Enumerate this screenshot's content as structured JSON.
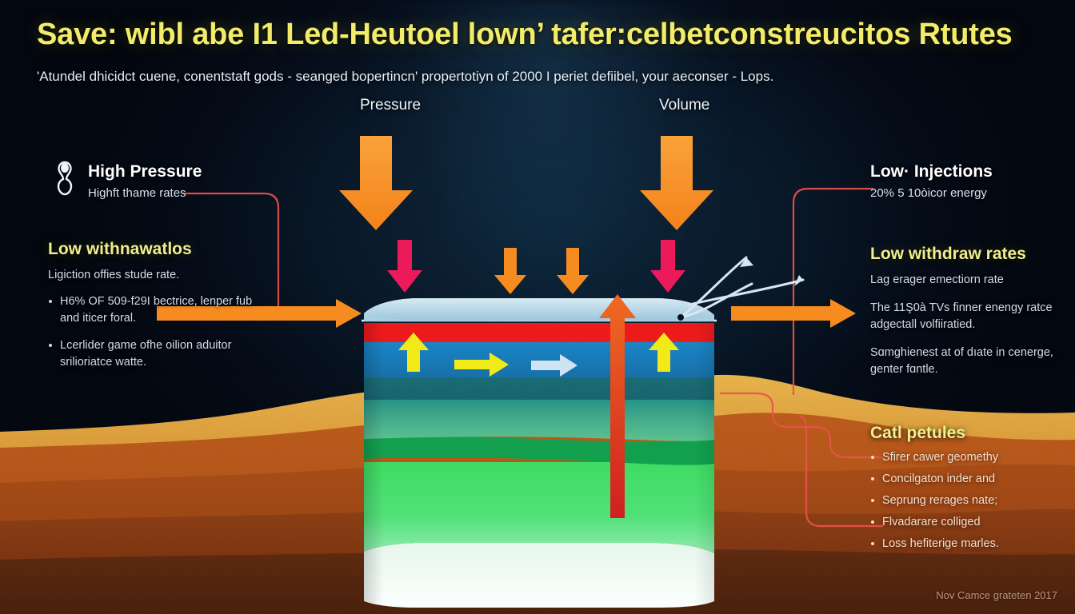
{
  "title": "Save: wibl abe I1 Led-Heutoel lown’ tafer:celbetconstreucitos Rtutes",
  "subtitle": "'Atundel dhicidct cuene, conentstaft gods - seanged bopertincn' propertotiyn of 2000 I periet defiibel, your aeconser - Lops.",
  "top_labels": {
    "left": "Pressure",
    "right": "Volume"
  },
  "left_panel": {
    "icon": "thermometer-icon",
    "heading": "High Pressure",
    "subheading": "Highft thame rates",
    "section_heading": "Low withnawatlos",
    "lead": "Ligiction offies stude rate.",
    "bullets": [
      "H6% OF 509-f29I bectrice, lenper fub and iticer foral.",
      "Lcerlider game ofhe oilion aduitor srilioriatce watte."
    ]
  },
  "right_panel": {
    "heading": "Low· Injections",
    "subheading": "20% 5 10òicor energy",
    "section_heading": "Low withdraw rates",
    "paragraphs": [
      "Lag erager emectiorn rate",
      "The 11Ş0à TVs finner enengy ratce adgectall volfiiratied.",
      "Sɑmghienest at of dıate in cenerge, genter fɑntle."
    ],
    "list_heading": "Catl petules",
    "list_items": [
      "Sfirer cawer geomethy",
      "Concilgaton inder and",
      "Seprung rerages nate;",
      "Flvadarare colliged",
      "Loss hefiterige marles."
    ]
  },
  "watermark": "Nov Camce grateten 2017",
  "colors": {
    "title": "#f2ec6a",
    "accent_heading": "#f0ef8e",
    "arrow_orange": "#f68b1f",
    "arrow_pink": "#ec1a5b",
    "arrow_yellow": "#f2ea18",
    "connector_red": "#e8544c",
    "cap_ice": "#bcdcea",
    "layer_red": "#ee1a1a",
    "layer_blue": "#1f7ec0",
    "layer_teal": "#1d7f7f",
    "layer_green": "#2fd157",
    "layer_base": "#eef8f2",
    "ground_sand": "#d79a32",
    "ground_mid": "#b5551b",
    "ground_deep": "#6e2c10",
    "background": "#050b18"
  },
  "diagram": {
    "block_layers": [
      {
        "name": "ice-cap",
        "color": "#bcdcea"
      },
      {
        "name": "red-seal-layer",
        "color": "#ee1a1a"
      },
      {
        "name": "blue-aquifer-layer",
        "color": "#1f7ec0"
      },
      {
        "name": "dark-teal-layer",
        "color": "#14606b"
      },
      {
        "name": "teal-gradient-layer",
        "color": "#35a58c"
      },
      {
        "name": "dark-green-band",
        "color": "#139a4b"
      },
      {
        "name": "bright-green-layer",
        "color": "#3ad85f"
      },
      {
        "name": "base-white-layer",
        "color": "#eef8f2"
      }
    ],
    "flow_arrows": [
      {
        "name": "yellow-up-arrow-left",
        "color": "#f2ea18",
        "direction": "up"
      },
      {
        "name": "yellow-right-arrow",
        "color": "#f2ea18",
        "direction": "right"
      },
      {
        "name": "white-right-arrow",
        "color": "#cfe4f2",
        "direction": "right"
      },
      {
        "name": "orange-up-arrow-center",
        "color": "#e2561d",
        "direction": "up"
      },
      {
        "name": "yellow-up-arrow-right",
        "color": "#f2ea18",
        "direction": "up"
      }
    ],
    "down_arrows": [
      {
        "name": "pressure-arrow-large-left",
        "color": "#f68b1f"
      },
      {
        "name": "volume-arrow-large-right",
        "color": "#f68b1f"
      },
      {
        "name": "pink-arrow-left",
        "color": "#ec1a5b"
      },
      {
        "name": "orange-arrow-mid-1",
        "color": "#f68b1f"
      },
      {
        "name": "orange-arrow-mid-2",
        "color": "#f68b1f"
      },
      {
        "name": "pink-arrow-right",
        "color": "#ec1a5b"
      }
    ]
  }
}
